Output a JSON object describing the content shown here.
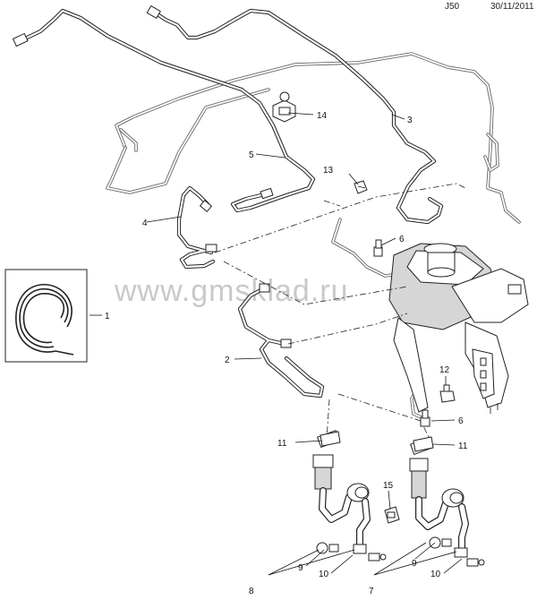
{
  "header": {
    "code": "J50",
    "date": "30/11/2011"
  },
  "watermark": "www.gmsklad.ru",
  "callouts": {
    "c1": "1",
    "c2": "2",
    "c3": "3",
    "c4": "4",
    "c5": "5",
    "c6a": "6",
    "c6b": "6",
    "c7": "7",
    "c8": "8",
    "c9a": "9",
    "c9b": "9",
    "c10a": "10",
    "c10b": "10",
    "c11a": "11",
    "c11b": "11",
    "c12": "12",
    "c13": "13",
    "c14": "14",
    "c15": "15"
  }
}
